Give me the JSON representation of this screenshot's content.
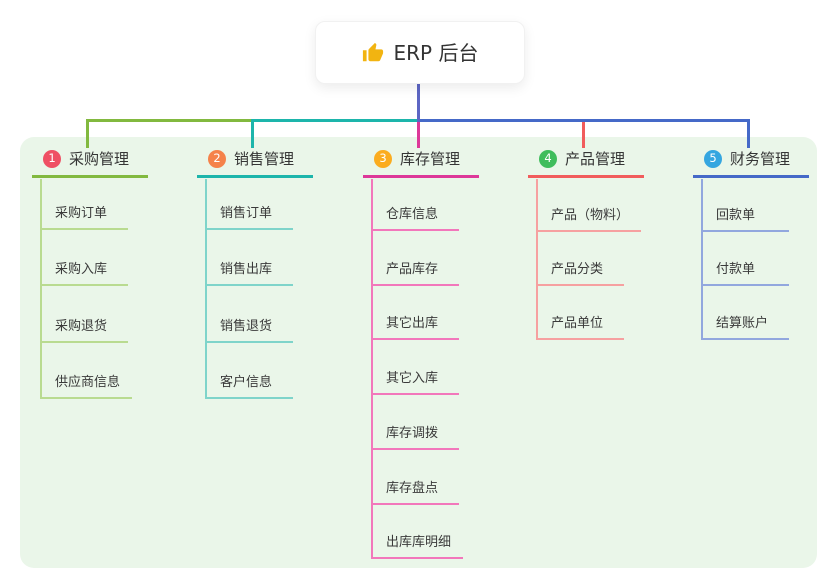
{
  "root": {
    "label": "ERP 后台",
    "icon": "thumbs-up-icon",
    "icon_color": "#f2b411"
  },
  "colors": {
    "canvas_bg": "#ffffff",
    "panel_bg": "#eaf6e9",
    "root_connector": "#5d66c4",
    "text_dark": "#3a3a3a"
  },
  "branches": [
    {
      "number": "1",
      "label": "采购管理",
      "badge_color": "#ef5064",
      "line_color": "#82b93f",
      "child_line_color": "#b9db90",
      "children": [
        "采购订单",
        "采购入库",
        "采购退货",
        "供应商信息"
      ]
    },
    {
      "number": "2",
      "label": "销售管理",
      "badge_color": "#f5824a",
      "line_color": "#1db5ab",
      "child_line_color": "#7fd4ca",
      "children": [
        "销售订单",
        "销售出库",
        "销售退货",
        "客户信息"
      ]
    },
    {
      "number": "3",
      "label": "库存管理",
      "badge_color": "#fbac1f",
      "line_color": "#dd3899",
      "child_line_color": "#f277bb",
      "children": [
        "仓库信息",
        "产品库存",
        "其它出库",
        "其它入库",
        "库存调拨",
        "库存盘点",
        "出库库明细"
      ]
    },
    {
      "number": "4",
      "label": "产品管理",
      "badge_color": "#3fbd5c",
      "line_color": "#f15c5c",
      "child_line_color": "#f6a0a0",
      "children": [
        "产品（物料）",
        "产品分类",
        "产品单位"
      ]
    },
    {
      "number": "5",
      "label": "财务管理",
      "badge_color": "#35a6e0",
      "line_color": "#4569c8",
      "child_line_color": "#92a7de",
      "children": [
        "回款单",
        "付款单",
        "结算账户"
      ]
    }
  ]
}
